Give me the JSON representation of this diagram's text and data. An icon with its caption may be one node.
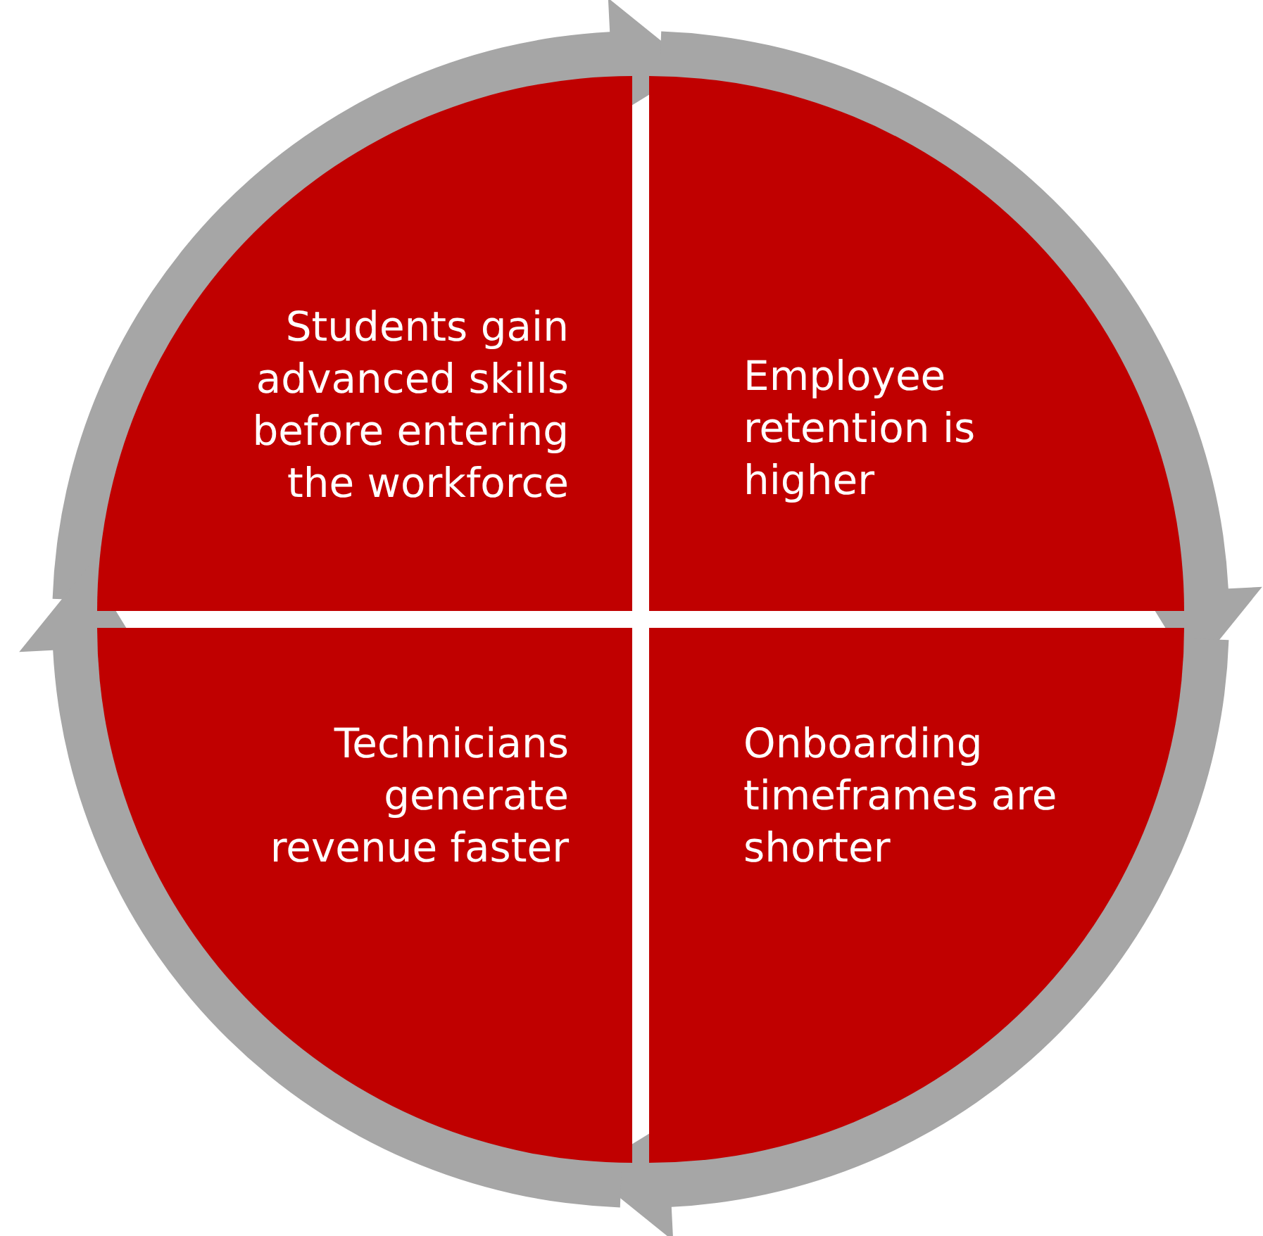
{
  "diagram": {
    "nodes": [
      {
        "text": [
          "Students gain advanced skills before entering the workforce"
        ]
      },
      {
        "text": [
          "Employee retention is higher"
        ]
      },
      {
        "text": [
          "Technicians generate revenue faster"
        ]
      },
      {
        "text": [
          "Onboarding timeframes are shorter"
        ]
      }
    ],
    "edges": [
      {
        "from": 0,
        "to": 1,
        "arrow": "to"
      },
      {
        "from": 1,
        "to": 3,
        "arrow": "to"
      },
      {
        "from": 3,
        "to": 2,
        "arrow": "to"
      },
      {
        "from": 2,
        "to": 0,
        "arrow": "to"
      }
    ]
  }
}
